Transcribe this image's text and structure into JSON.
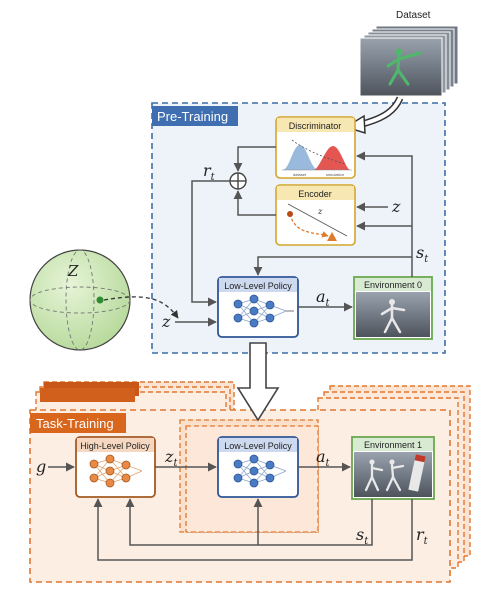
{
  "dataset": {
    "label": "Dataset"
  },
  "pretraining": {
    "title": "Pre-Training"
  },
  "tasktraining": {
    "title": "Task-Training"
  },
  "discriminator": {
    "title": "Discriminator",
    "dataset_label": "dataset",
    "simulation_label": "simulation"
  },
  "encoder": {
    "title": "Encoder",
    "latent": "z"
  },
  "low_level_policy": {
    "title": "Low-Level Policy"
  },
  "high_level_policy": {
    "title": "High-Level Policy"
  },
  "environment0": {
    "title": "Environment 0"
  },
  "environment1": {
    "title": "Environment 1"
  },
  "latent_space": {
    "label": "Z"
  },
  "signals": {
    "reward": "r",
    "reward_sub": "t",
    "state": "s",
    "state_sub": "t",
    "action": "a",
    "action_sub": "t",
    "latent": "z",
    "latent_sub": "t",
    "goal": "g"
  },
  "colors": {
    "pretrain_border": "#3d6da8",
    "pretrain_fill": "#eef3f9",
    "pretrain_tab": "#3f6fb0",
    "task_border": "#e2772e",
    "task_fill": "#fdeee4",
    "task_tab": "#d8661d",
    "policy_border": "#2f5597",
    "highpolicy_border": "#a35a22",
    "module_border": "#d4a52a",
    "env_border": "#6aa84f",
    "sphere_fill": "#cfe8b9"
  }
}
